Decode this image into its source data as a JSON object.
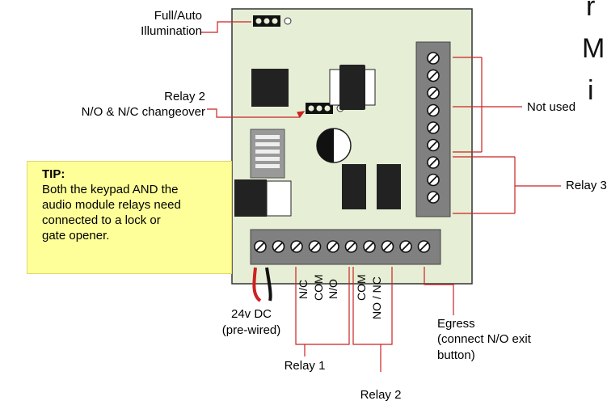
{
  "labels": {
    "full_auto": "Full/Auto",
    "illumination": "Illumination",
    "relay2_top": "Relay 2",
    "changeover": "N/O & N/C changeover",
    "not_used": "Not used",
    "relay3": "Relay 3",
    "relay1": "Relay 1",
    "relay2_bottom": "Relay 2",
    "dc_24v": "24v DC",
    "pre_wired": "(pre-wired)",
    "egress_1": "Egress",
    "egress_2": "(connect N/O exit",
    "egress_3": "button)",
    "term_nc": "N/C",
    "term_com1": "COM",
    "term_no": "N/O",
    "term_com2": "COM",
    "term_no_nc": "NO / NC"
  },
  "tip": {
    "heading": "TIP:",
    "line1": "Both the keypad AND the",
    "line2": "audio module relays need",
    "line3": "connected to a lock or",
    "line4": "gate opener."
  },
  "cut_text": {
    "char1": "r",
    "char2": "M",
    "char3": "i"
  },
  "colors": {
    "board": "#e6efd6",
    "pointer_lines": "#cc2222",
    "terminal_block": "#808080",
    "tip_background": "#ffff99"
  }
}
